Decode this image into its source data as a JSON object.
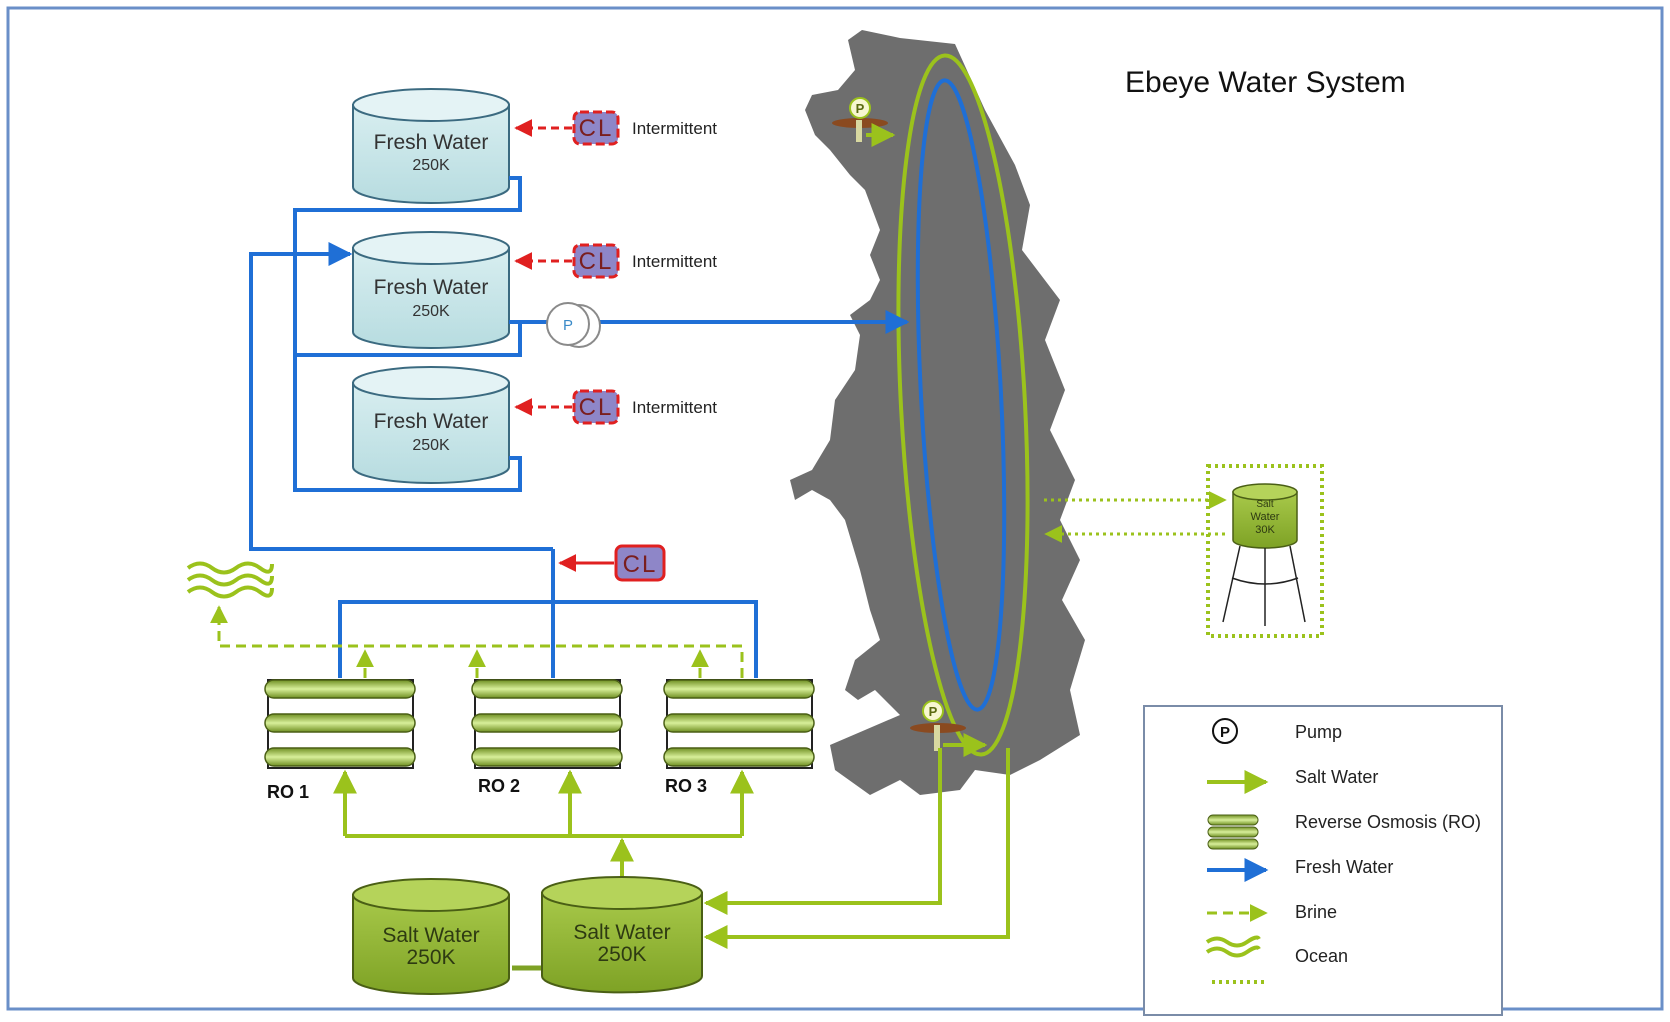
{
  "title": "Ebeye Water System",
  "fresh_tanks": [
    {
      "name": "Fresh Water",
      "capacity": "250K",
      "chlorine": "CL",
      "note": "Intermittent"
    },
    {
      "name": "Fresh Water",
      "capacity": "250K",
      "chlorine": "CL",
      "note": "Intermittent"
    },
    {
      "name": "Fresh Water",
      "capacity": "250K",
      "chlorine": "CL",
      "note": "Intermittent"
    }
  ],
  "main_chlorine": "CL",
  "pump_symbol": "P",
  "ro_units": [
    "RO 1",
    "RO 2",
    "RO 3"
  ],
  "salt_tanks": [
    {
      "name": "Salt Water",
      "capacity": "250K"
    },
    {
      "name": "Salt Water",
      "capacity": "250K"
    }
  ],
  "elevated_tank": {
    "line1": "Salt",
    "line2": "Water",
    "line3": "30K"
  },
  "legend": [
    {
      "label": "Pump",
      "icon": "pump-icon"
    },
    {
      "label": "Salt Water",
      "icon": "salt-water-arrow-icon"
    },
    {
      "label": "Reverse Osmosis (RO)",
      "icon": "ro-icon"
    },
    {
      "label": "Fresh Water",
      "icon": "fresh-water-arrow-icon"
    },
    {
      "label": "Brine",
      "icon": "brine-arrow-icon"
    },
    {
      "label": "Ocean",
      "icon": "ocean-icon"
    },
    {
      "label": "",
      "icon": "dotted-line-icon"
    }
  ],
  "colors": {
    "fresh": "#1f6fd6",
    "salt": "#9bc21c",
    "chlorine": "#e02020",
    "island": "#6e6e6e",
    "border": "#6a8fc8"
  }
}
